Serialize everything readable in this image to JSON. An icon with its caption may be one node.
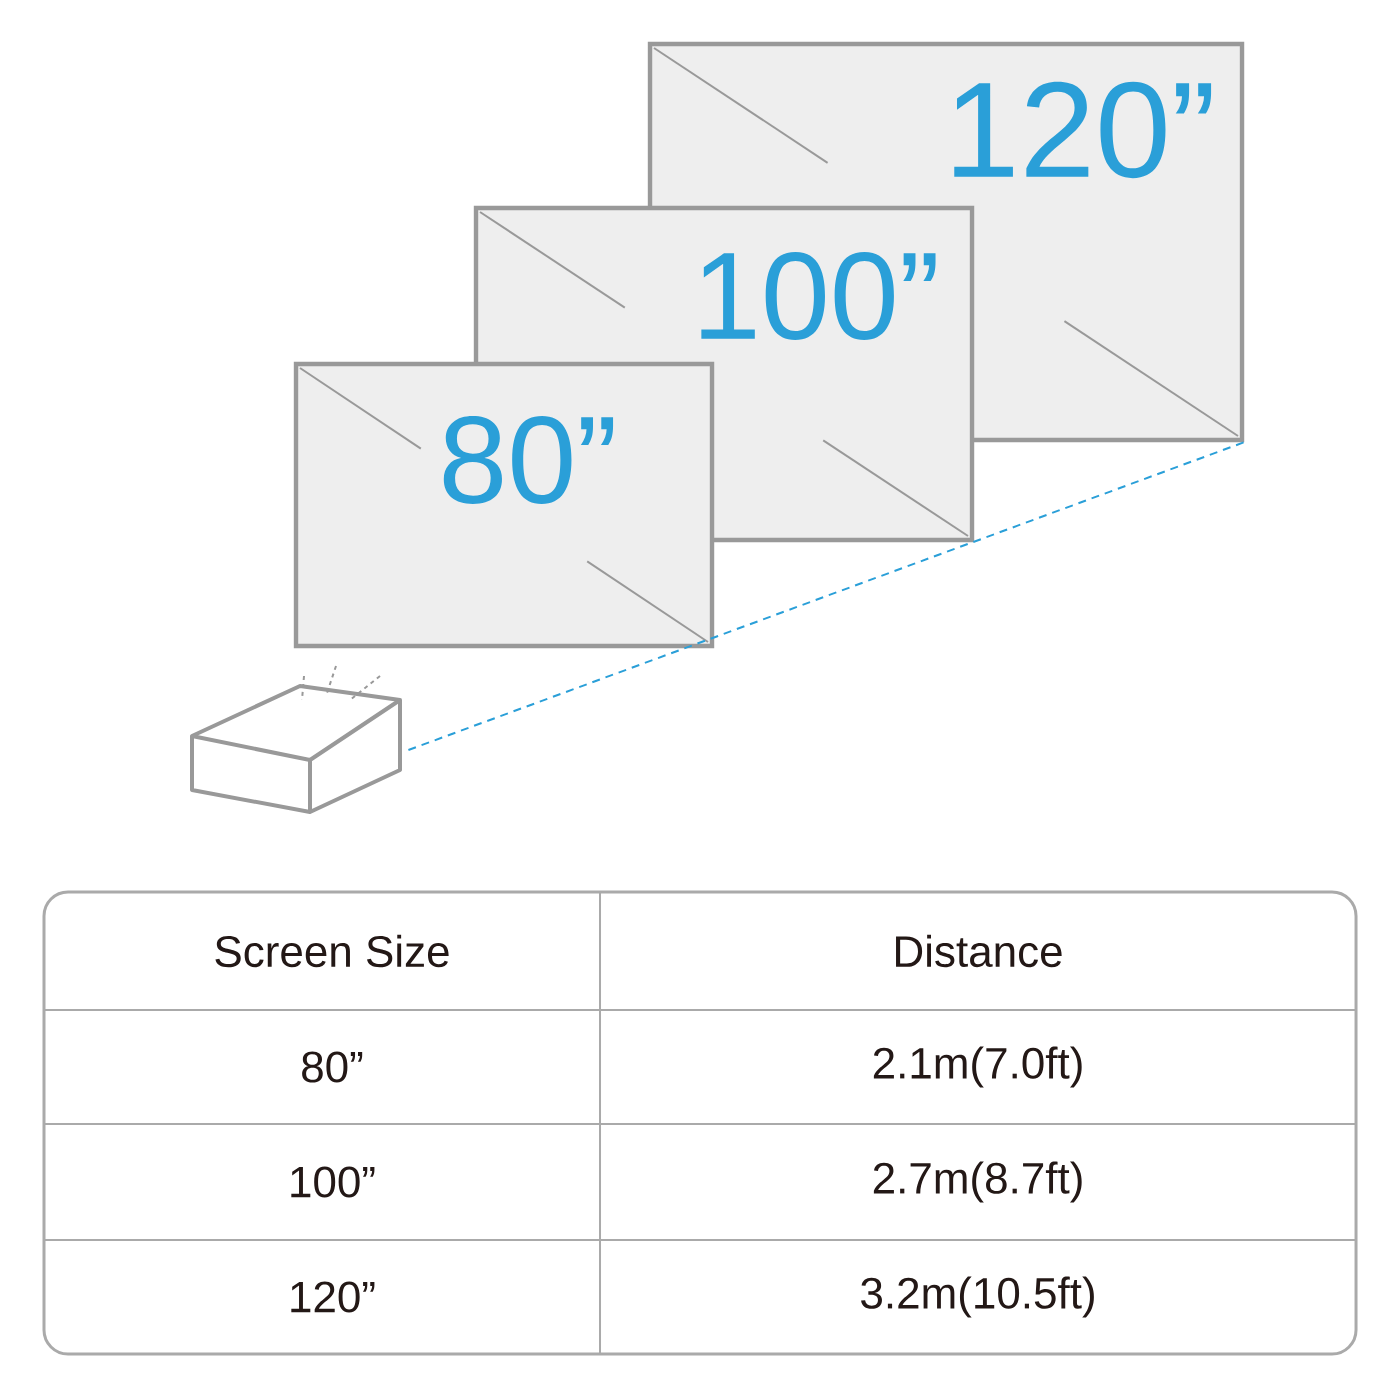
{
  "diagram": {
    "nodes": [
      {
        "text": [
          "120”"
        ]
      },
      {
        "text": [
          "100”"
        ]
      },
      {
        "text": [
          "80”"
        ]
      },
      {
        "text": [],
        "shape": "picture"
      }
    ],
    "edges": [
      {
        "from": 3,
        "to": 0,
        "arrow": "none",
        "style": "dashed",
        "color": "#2a9fd8"
      }
    ],
    "labels": [
      "Screen Size",
      "Distance",
      "80”",
      "2.1m(7.0ft)",
      "100”",
      "2.7m(8.7ft)",
      "120”",
      "3.2m(10.5ft)"
    ]
  }
}
